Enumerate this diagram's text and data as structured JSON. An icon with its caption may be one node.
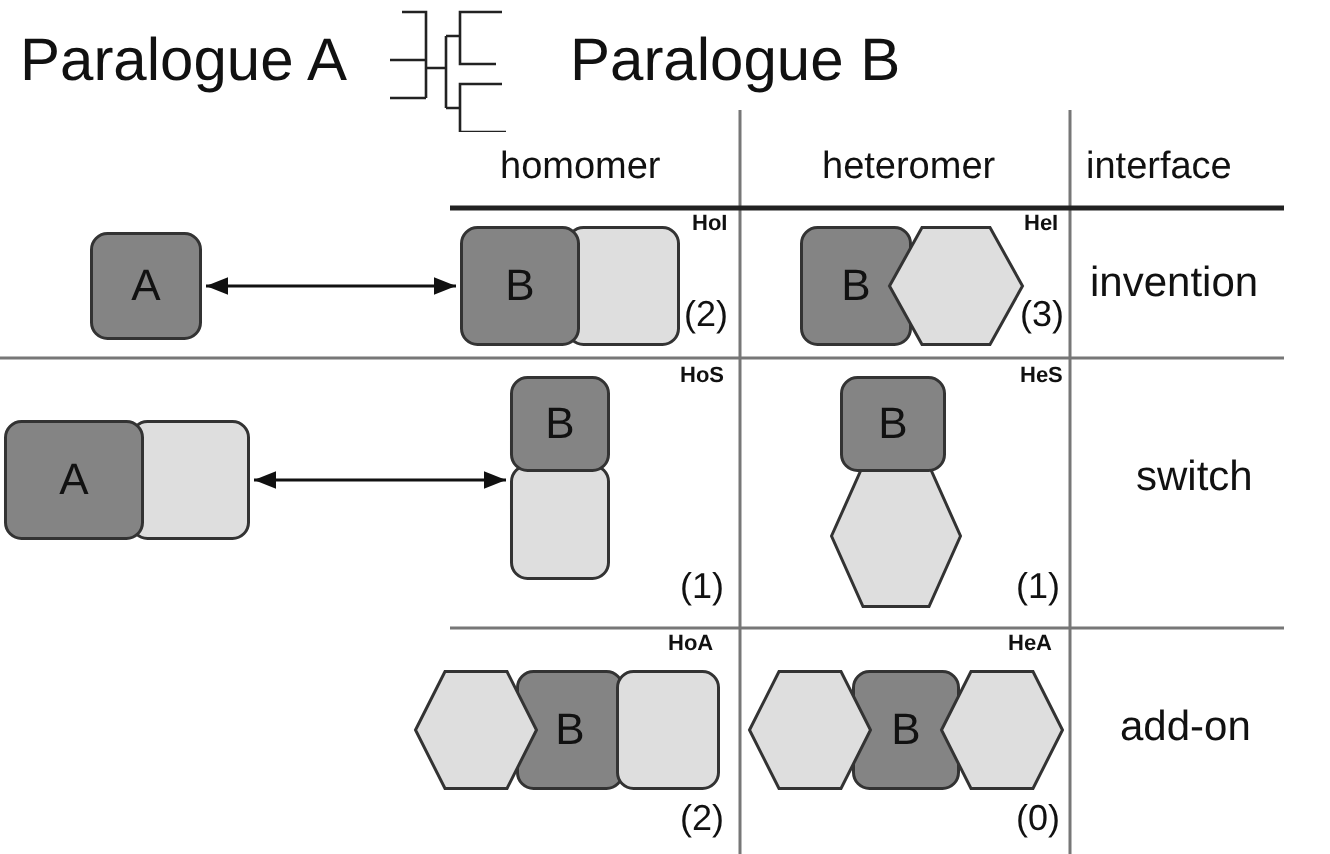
{
  "diagram": {
    "nodes": [
      {
        "text": [
          "A"
        ]
      },
      {
        "text": [
          "A"
        ]
      },
      {
        "text": [],
        "shape": "box"
      },
      {
        "text": [
          "B"
        ]
      },
      {
        "text": [],
        "shape": "box"
      },
      {
        "text": [
          "B"
        ]
      },
      {
        "text": [],
        "shape": "hexagon"
      },
      {
        "text": [
          "B"
        ]
      },
      {
        "text": [],
        "shape": "box"
      },
      {
        "text": [
          "B"
        ]
      },
      {
        "text": [],
        "shape": "hexagon"
      },
      {
        "text": [],
        "shape": "hexagon"
      },
      {
        "text": [
          "B"
        ]
      },
      {
        "text": [],
        "shape": "box"
      },
      {
        "text": [],
        "shape": "hexagon"
      },
      {
        "text": [
          "B"
        ]
      },
      {
        "text": [],
        "shape": "hexagon"
      }
    ],
    "edges": [
      {
        "from": 0,
        "to": 3,
        "arrow": "both"
      },
      {
        "from": 2,
        "to": 7,
        "arrow": "both"
      }
    ],
    "labels": [
      "Paralogue A",
      "Paralogue B",
      "homomer",
      "heteromer",
      "interface",
      "HoI",
      "(2)",
      "HeI",
      "(3)",
      "invention",
      "HoS",
      "(1)",
      "HeS",
      "(1)",
      "switch",
      "HoA",
      "(2)",
      "HeA",
      "(0)",
      "add-on"
    ]
  }
}
